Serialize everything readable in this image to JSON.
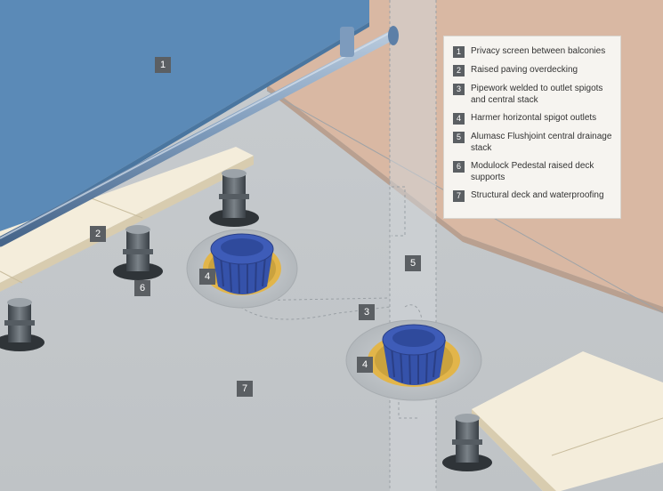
{
  "legend": [
    {
      "num": "1",
      "text": "Privacy screen between balconies"
    },
    {
      "num": "2",
      "text": "Raised paving overdecking"
    },
    {
      "num": "3",
      "text": "Pipework welded to outlet spigots and central stack"
    },
    {
      "num": "4",
      "text": "Harmer horizontal spigot outlets"
    },
    {
      "num": "5",
      "text": "Alumasc Flushjoint central drainage stack"
    },
    {
      "num": "6",
      "text": "Modulock Pedestal raised deck supports"
    },
    {
      "num": "7",
      "text": "Structural deck and waterproofing"
    }
  ],
  "markers": {
    "m1": "1",
    "m2": "2",
    "m3": "3",
    "m4a": "4",
    "m4b": "4",
    "m5": "5",
    "m6": "6",
    "m7": "7"
  },
  "colors": {
    "screen": "#5b8bb8",
    "wall": "#d8b6a0",
    "deck": "#c4c8cb",
    "paving": "#f3ecd9",
    "outlet": "#3a56b0",
    "flange": "#e2b54a",
    "marker": "#5b5f63"
  }
}
